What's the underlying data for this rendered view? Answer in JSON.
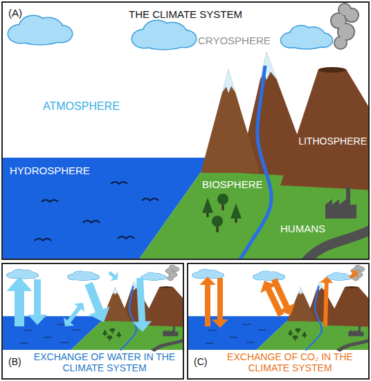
{
  "diagram": {
    "title": "THE CLIMATE SYSTEM",
    "nodes": [
      {
        "text": [
          "(A)"
        ]
      },
      {
        "text": [
          "(B)",
          "EXCHANGE OF WATER IN THE CLIMATE SYSTEM"
        ]
      },
      {
        "text": [
          "(C)",
          "EXCHANGE OF CO₂ IN THE CLIMATE SYSTEM"
        ]
      }
    ],
    "labels": [
      "ATMOSPHERE",
      "CRYOSPHERE",
      "HYDROSPHERE",
      "LITHOSPHERE",
      "BIOSPHERE",
      "HUMANS"
    ]
  }
}
